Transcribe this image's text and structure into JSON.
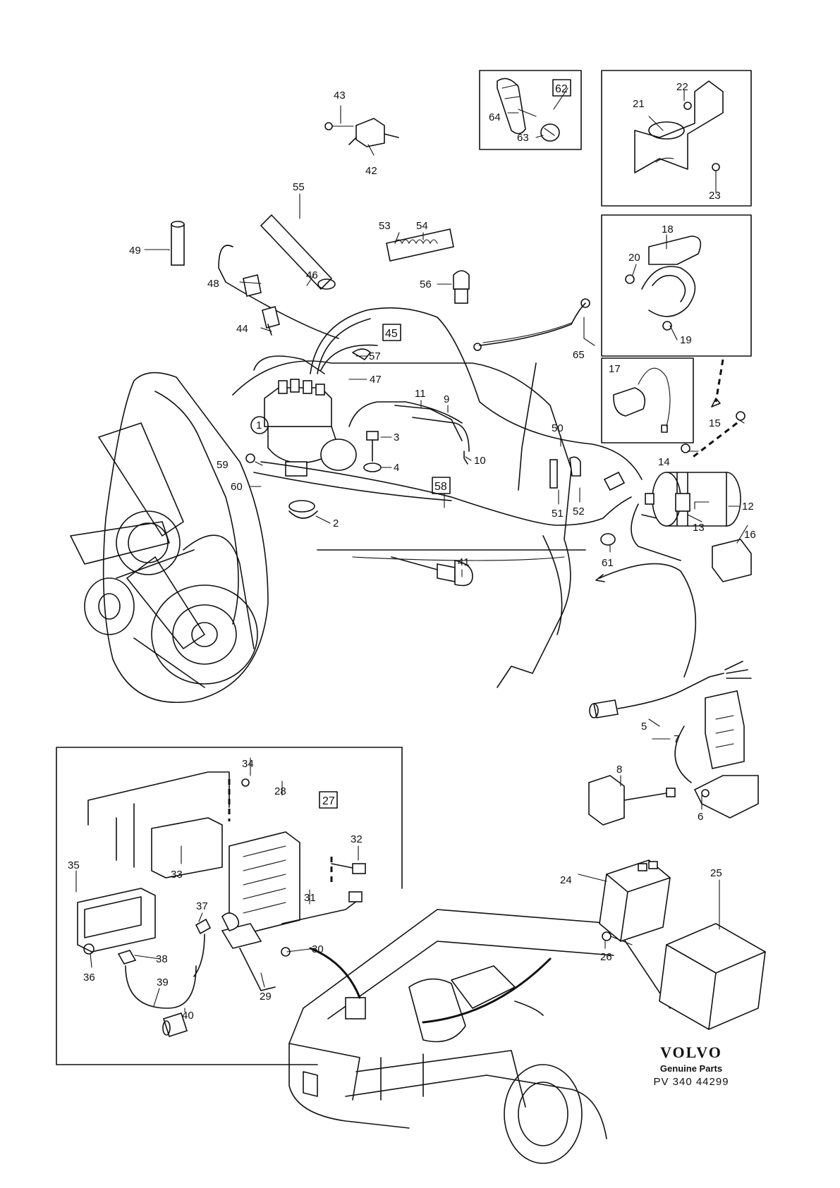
{
  "callouts": {
    "c1": "1",
    "c2": "2",
    "c3": "3",
    "c4": "4",
    "c5": "5",
    "c6": "6",
    "c7": "7",
    "c8": "8",
    "c9": "9",
    "c10": "10",
    "c11": "11",
    "c12": "12",
    "c13": "13",
    "c14": "14",
    "c15": "15",
    "c16": "16",
    "c17": "17",
    "c18": "18",
    "c19": "19",
    "c20": "20",
    "c21": "21",
    "c22": "22",
    "c23": "23",
    "c24": "24",
    "c25": "25",
    "c26": "26",
    "c27": "27",
    "c28": "28",
    "c29": "29",
    "c30": "30",
    "c31": "31",
    "c32": "32",
    "c33": "33",
    "c34": "34",
    "c35": "35",
    "c36": "36",
    "c37": "37",
    "c38": "38",
    "c39": "39",
    "c40": "40",
    "c41": "41",
    "c42": "42",
    "c43": "43",
    "c44": "44",
    "c45": "45",
    "c46": "46",
    "c47": "47",
    "c48": "48",
    "c49": "49",
    "c50": "50",
    "c51": "51",
    "c52": "52",
    "c53": "53",
    "c54": "54",
    "c55": "55",
    "c56": "56",
    "c57": "57",
    "c58": "58",
    "c59": "59",
    "c60": "60",
    "c61": "61",
    "c62": "62",
    "c63": "63",
    "c64": "64",
    "c65": "65"
  },
  "brand": {
    "logo": "VOLVO",
    "subtitle": "Genuine Parts",
    "code": "PV 340 44299"
  }
}
